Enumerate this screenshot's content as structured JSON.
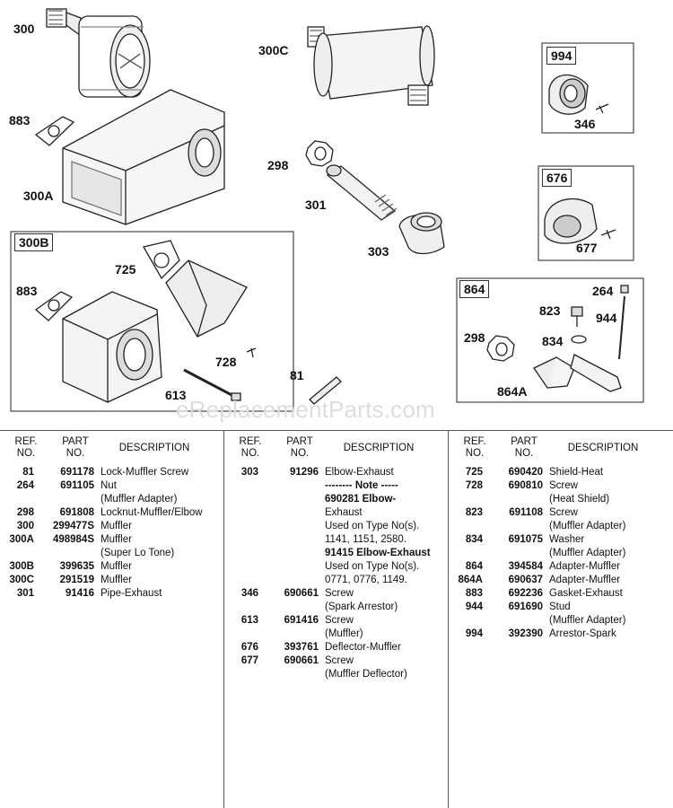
{
  "watermark": "eReplacementParts.com",
  "callouts": {
    "c300": "300",
    "c300C": "300C",
    "c994": "994",
    "c883a": "883",
    "c346": "346",
    "c298a": "298",
    "c676": "676",
    "c300A": "300A",
    "c301": "301",
    "c677": "677",
    "c303": "303",
    "c300B": "300B",
    "c725": "725",
    "c864": "864",
    "c264": "264",
    "c883b": "883",
    "c823": "823",
    "c944": "944",
    "c298b": "298",
    "c834": "834",
    "c728": "728",
    "c81": "81",
    "c613": "613",
    "c864A": "864A"
  },
  "table": {
    "headers": {
      "ref": "REF.\nNO.",
      "part": "PART\nNO.",
      "desc": "DESCRIPTION"
    },
    "columns": [
      [
        {
          "ref": "81",
          "part": "691178",
          "desc": "Lock-Muffler Screw"
        },
        {
          "ref": "264",
          "part": "691105",
          "desc": "Nut"
        },
        {
          "ref": "",
          "part": "",
          "desc": "(Muffler Adapter)"
        },
        {
          "ref": "298",
          "part": "691808",
          "desc": "Locknut-Muffler/Elbow"
        },
        {
          "ref": "300",
          "part": "299477S",
          "desc": "Muffler"
        },
        {
          "ref": "300A",
          "part": "498984S",
          "desc": "Muffler"
        },
        {
          "ref": "",
          "part": "",
          "desc": "(Super Lo Tone)"
        },
        {
          "ref": "300B",
          "part": "399635",
          "desc": "Muffler"
        },
        {
          "ref": "300C",
          "part": "291519",
          "desc": "Muffler"
        },
        {
          "ref": "301",
          "part": "91416",
          "desc": "Pipe-Exhaust"
        }
      ],
      [
        {
          "ref": "303",
          "part": "91296",
          "desc": "Elbow-Exhaust"
        },
        {
          "ref": "",
          "part": "",
          "desc": "-------- Note -----",
          "bold": true
        },
        {
          "ref": "",
          "part": "",
          "desc": "690281 Elbow-",
          "bold": true
        },
        {
          "ref": "",
          "part": "",
          "desc": "Exhaust"
        },
        {
          "ref": "",
          "part": "",
          "desc": "Used on Type No(s)."
        },
        {
          "ref": "",
          "part": "",
          "desc": "1141, 1151, 2580."
        },
        {
          "ref": "",
          "part": "",
          "desc": "91415 Elbow-Exhaust",
          "bold": true
        },
        {
          "ref": "",
          "part": "",
          "desc": "Used on Type No(s)."
        },
        {
          "ref": "",
          "part": "",
          "desc": "0771, 0776, 1149."
        },
        {
          "ref": "346",
          "part": "690661",
          "desc": "Screw"
        },
        {
          "ref": "",
          "part": "",
          "desc": "(Spark Arrestor)"
        },
        {
          "ref": "613",
          "part": "691416",
          "desc": "Screw"
        },
        {
          "ref": "",
          "part": "",
          "desc": "(Muffler)"
        },
        {
          "ref": "676",
          "part": "393761",
          "desc": "Deflector-Muffler"
        },
        {
          "ref": "677",
          "part": "690661",
          "desc": "Screw"
        },
        {
          "ref": "",
          "part": "",
          "desc": "(Muffler Deflector)"
        }
      ],
      [
        {
          "ref": "725",
          "part": "690420",
          "desc": "Shield-Heat"
        },
        {
          "ref": "728",
          "part": "690810",
          "desc": "Screw"
        },
        {
          "ref": "",
          "part": "",
          "desc": "(Heat Shield)"
        },
        {
          "ref": "823",
          "part": "691108",
          "desc": "Screw"
        },
        {
          "ref": "",
          "part": "",
          "desc": "(Muffler Adapter)"
        },
        {
          "ref": "834",
          "part": "691075",
          "desc": "Washer"
        },
        {
          "ref": "",
          "part": "",
          "desc": "(Muffler Adapter)"
        },
        {
          "ref": "864",
          "part": "394584",
          "desc": "Adapter-Muffler"
        },
        {
          "ref": "864A",
          "part": "690637",
          "desc": "Adapter-Muffler"
        },
        {
          "ref": "883",
          "part": "692236",
          "desc": "Gasket-Exhaust"
        },
        {
          "ref": "944",
          "part": "691690",
          "desc": "Stud"
        },
        {
          "ref": "",
          "part": "",
          "desc": "(Muffler Adapter)"
        },
        {
          "ref": "994",
          "part": "392390",
          "desc": "Arrestor-Spark"
        }
      ]
    ]
  }
}
